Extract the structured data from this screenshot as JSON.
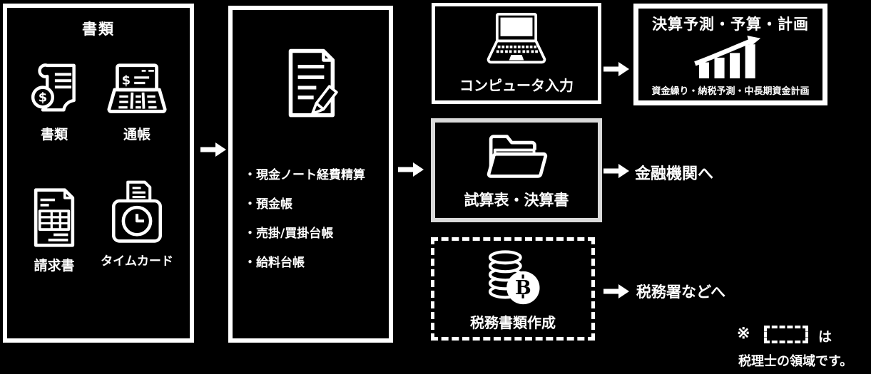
{
  "colors": {
    "background": "#000000",
    "foreground": "#ffffff",
    "highlight_border": "#d9d9d9"
  },
  "documents_box": {
    "title": "書類",
    "items": [
      {
        "icon": "document-scroll-icon",
        "label": "書類"
      },
      {
        "icon": "passbook-icon",
        "label": "通帳"
      },
      {
        "icon": "invoice-icon",
        "label": "請求書"
      },
      {
        "icon": "time-card-icon",
        "label": "タイムカード"
      }
    ]
  },
  "ledger_box": {
    "icon": "document-pencil-icon",
    "items": [
      "・現金ノート経費精算",
      "・預金帳",
      "・売掛/買掛台帳",
      "・給料台帳"
    ]
  },
  "computer_box": {
    "icon": "laptop-icon",
    "label": "コンピュータ入力"
  },
  "forecast_box": {
    "title": "決算予測・予算・計画",
    "icon": "growth-chart-icon",
    "subtitle": "資金繰り・納税予測・中長期資金計画"
  },
  "trial_balance_box": {
    "icon": "open-folder-icon",
    "label": "試算表・決算書"
  },
  "tax_box": {
    "icon": "coin-stack-icon",
    "label": "税務書類作成"
  },
  "destinations": [
    {
      "label": "金融機関へ"
    },
    {
      "label": "税務署などへ"
    }
  ],
  "legend": {
    "marker": "※",
    "particle": "は",
    "description": "税理士の領域です。"
  }
}
